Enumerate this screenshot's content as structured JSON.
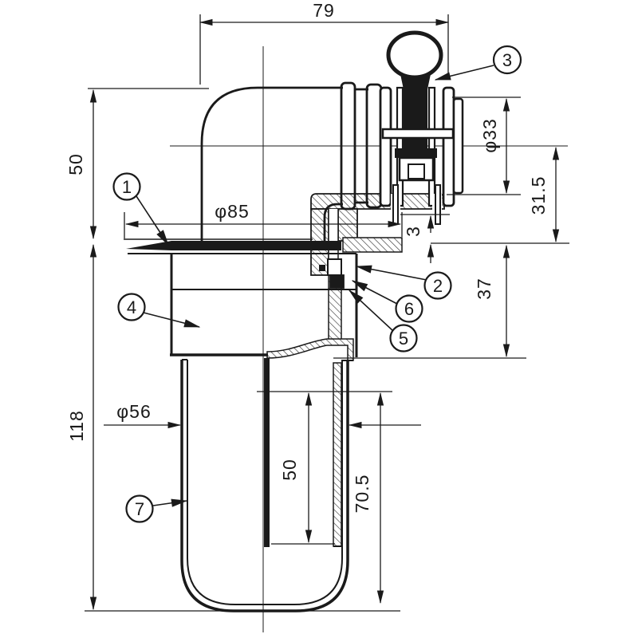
{
  "drawing": {
    "kind": "technical-cross-section",
    "subject": "washbasin-drain-fitting-with-overflow-valve",
    "colors": {
      "ink": "#1a1a1a",
      "background": "#ffffff",
      "hatch": "#3a3a3a"
    },
    "dimensions": {
      "top_width": "79",
      "inlet_height": "50",
      "flange_diameter": "φ85",
      "valve_diameter": "φ33",
      "valve_center_offset": "31.5",
      "flange_lip": "3",
      "body_depth": "37",
      "overall_height": "118",
      "cup_diameter": "φ56",
      "standpipe_depth": "50",
      "cup_depth": "70.5"
    },
    "part_balloons": [
      {
        "num": "1"
      },
      {
        "num": "2"
      },
      {
        "num": "3"
      },
      {
        "num": "4"
      },
      {
        "num": "5"
      },
      {
        "num": "6"
      },
      {
        "num": "7"
      }
    ]
  }
}
